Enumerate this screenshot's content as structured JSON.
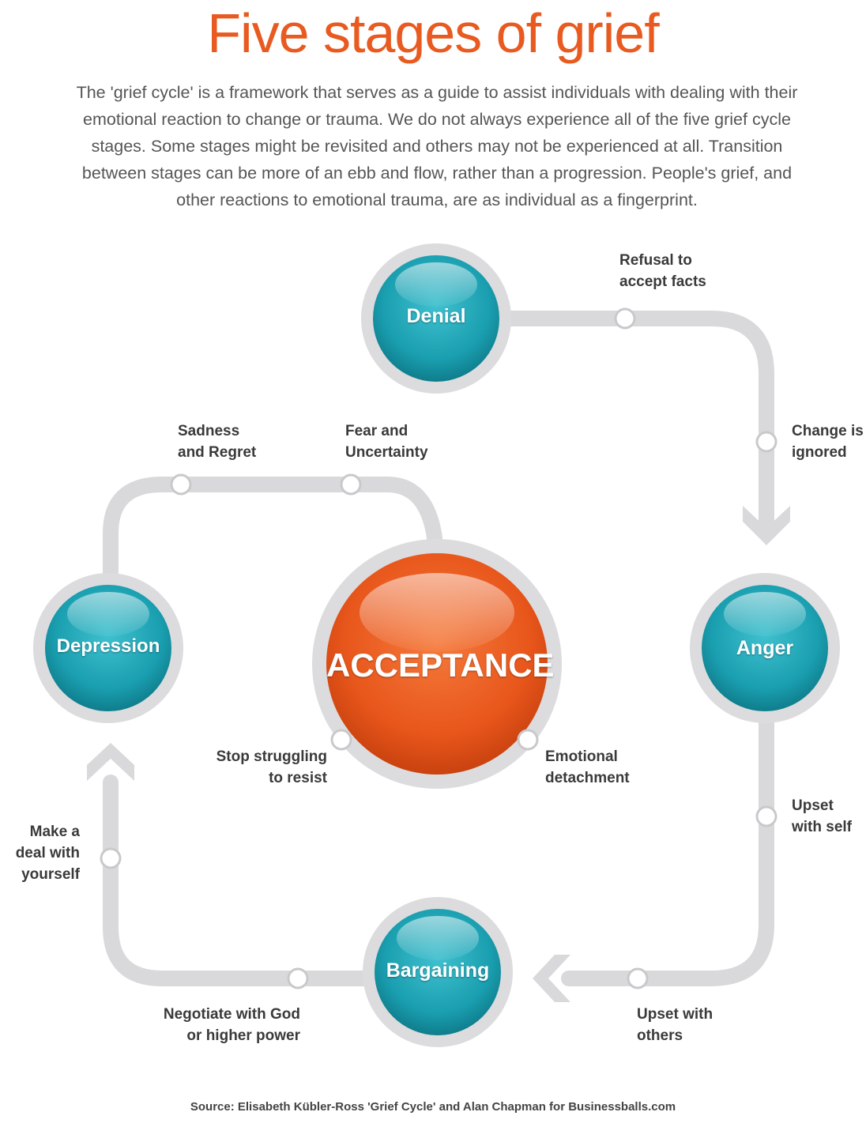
{
  "title": "Five stages of grief",
  "intro_lines": [
    "The 'grief cycle' is a framework that serves as a guide to assist individuals with dealing with their",
    "emotional reaction to change or trauma. We do not always experience all of the five grief cycle",
    "stages. Some stages might be revisited and others may not be experienced at all. Transition",
    "between stages can be more of an ebb and flow, rather than a progression.  People's grief, and",
    "other reactions to emotional trauma, are as individual as a fingerprint."
  ],
  "stages": {
    "denial": "Denial",
    "anger": "Anger",
    "bargaining": "Bargaining",
    "depression": "Depression",
    "acceptance": "ACCEPTANCE"
  },
  "labels": {
    "refusal": "Refusal to\naccept facts",
    "change_ignored": "Change is\nignored",
    "upset_self": "Upset\nwith self",
    "upset_others": "Upset with\nothers",
    "negotiate": "Negotiate with God\nor higher power",
    "make_deal": "Make a\ndeal with\nyourself",
    "sadness": "Sadness\nand Regret",
    "fear": "Fear and\nUncertainty",
    "stop_struggling": "Stop struggling\nto resist",
    "emotional_detachment": "Emotional\ndetachment"
  },
  "source": "Source: Elisabeth Kübler-Ross 'Grief Cycle' and Alan Chapman for Businessballs.com",
  "colors": {
    "title": "#e85a20",
    "stage_teal": "#1aa3b3",
    "acceptance_orange": "#ec5a1e",
    "track_gray": "#d9d9db"
  }
}
